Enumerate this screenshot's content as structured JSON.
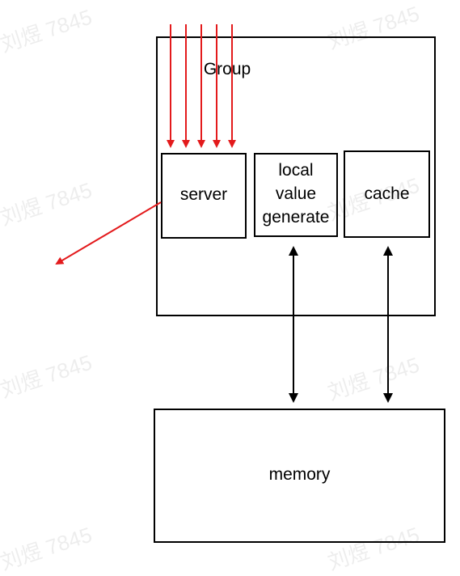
{
  "watermark": {
    "text": "刘煜 7845"
  },
  "diagram": {
    "group": {
      "label": "Group"
    },
    "server": {
      "label": "server"
    },
    "local_value_generate": {
      "lines": [
        "local",
        "value",
        "generate"
      ]
    },
    "cache": {
      "label": "cache"
    },
    "memory": {
      "label": "memory"
    }
  },
  "colors": {
    "stroke": "#000000",
    "request_arrows": "#e31a1c"
  }
}
